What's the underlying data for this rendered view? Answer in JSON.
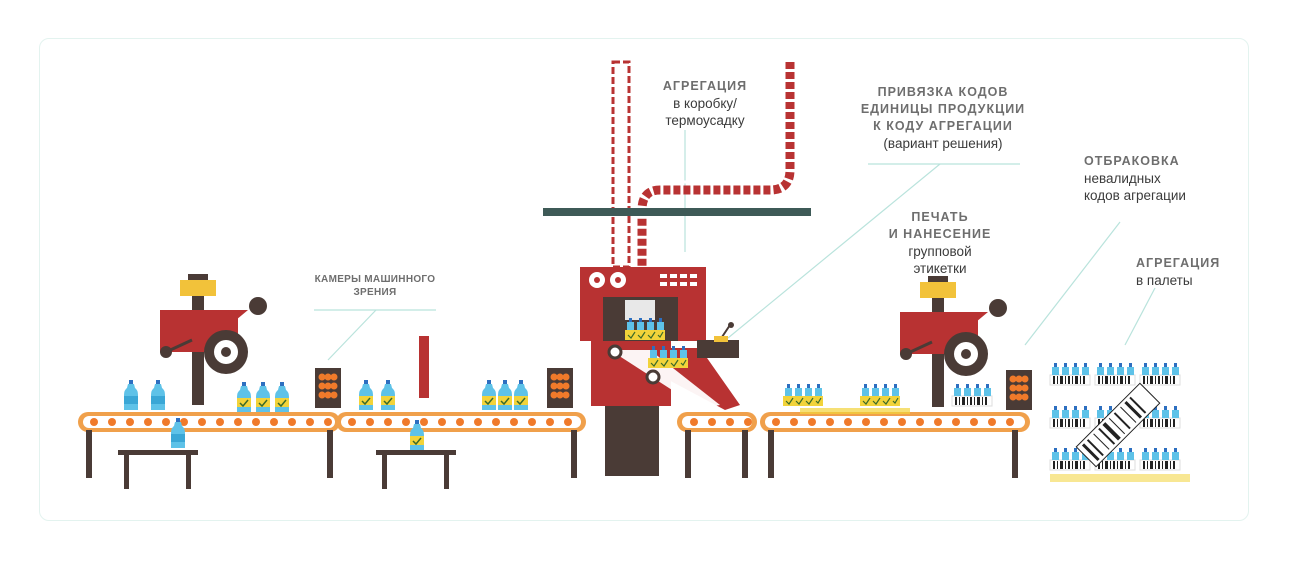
{
  "labels": {
    "box_aggregation": {
      "title": "АГРЕГАЦИЯ",
      "line1": "в коробку/",
      "line2": "термоусадку"
    },
    "code_binding": {
      "title1": "ПРИВЯЗКА  КОДОВ",
      "title2": "ЕДИНИЦЫ  ПРОДУКЦИИ",
      "title3": "К КОДУ АГРЕГАЦИИ",
      "line1": "(вариант решения)"
    },
    "reject": {
      "title": "ОТБРАКОВКА",
      "line1": "невалидных",
      "line2": "кодов агрегации"
    },
    "print_label": {
      "title1": "ПЕЧАТЬ",
      "title2": "И НАНЕСЕНИЕ",
      "line1": "групповой",
      "line2": "этикетки"
    },
    "vision_cameras": {
      "title1": "КАМЕРЫ МАШИННОГО",
      "title2": "ЗРЕНИЯ"
    },
    "pallet_aggregation": {
      "title": "АГРЕГАЦИЯ",
      "line1": "в палеты"
    }
  },
  "colors": {
    "machine_red": "#b83232",
    "belt_orange": "#f0a04b",
    "leg_brown": "#4a3b36",
    "bottle_blue": "#5ec2e8",
    "cap_blue": "#2d6fc0",
    "label_yellow": "#f2d33a",
    "camera_orange": "#f07a2a",
    "callout_line": "#b9e3dc"
  }
}
